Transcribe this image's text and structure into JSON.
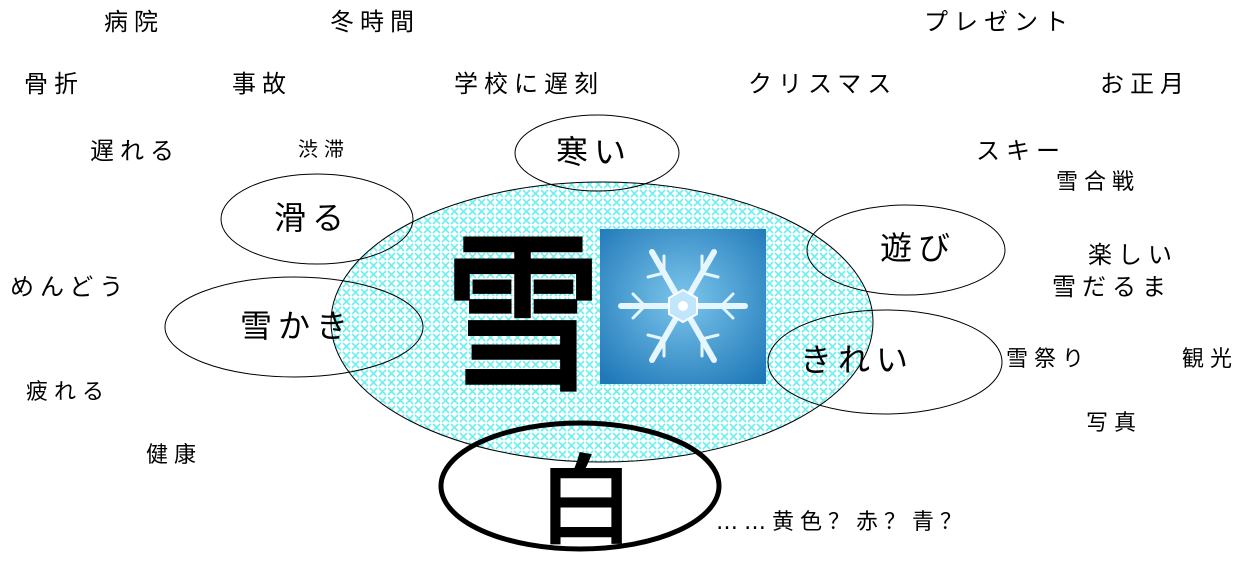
{
  "center": {
    "main": "雪",
    "white": "白",
    "trailing": "……黄色？赤？青？"
  },
  "circled": {
    "samui": "寒い",
    "suberu": "滑る",
    "yukikaki": "雪かき",
    "asobi": "遊び",
    "kirei": "きれい"
  },
  "words": {
    "byouin": "病院",
    "fuyujikan": "冬時間",
    "present": "プレゼント",
    "kossetsu": "骨折",
    "jiko": "事故",
    "chikoku": "学校に遅刻",
    "christmas": "クリスマス",
    "oshougatsu": "お正月",
    "okureru": "遅れる",
    "juutai": "渋滞",
    "ski": "スキー",
    "yukigassen": "雪合戦",
    "tanoshii": "楽しい",
    "yukidaruma": "雪だるま",
    "mendou": "めんどう",
    "yukimatsuri": "雪祭り",
    "kankou": "観光",
    "tsukareru": "疲れる",
    "shashin": "写真",
    "kenkou": "健康"
  },
  "photo": {
    "icon": "snowflake-photo"
  },
  "colors": {
    "pattern": "#6ff0f0",
    "photo_bg": "#3a9fd6",
    "stroke": "#000000"
  }
}
